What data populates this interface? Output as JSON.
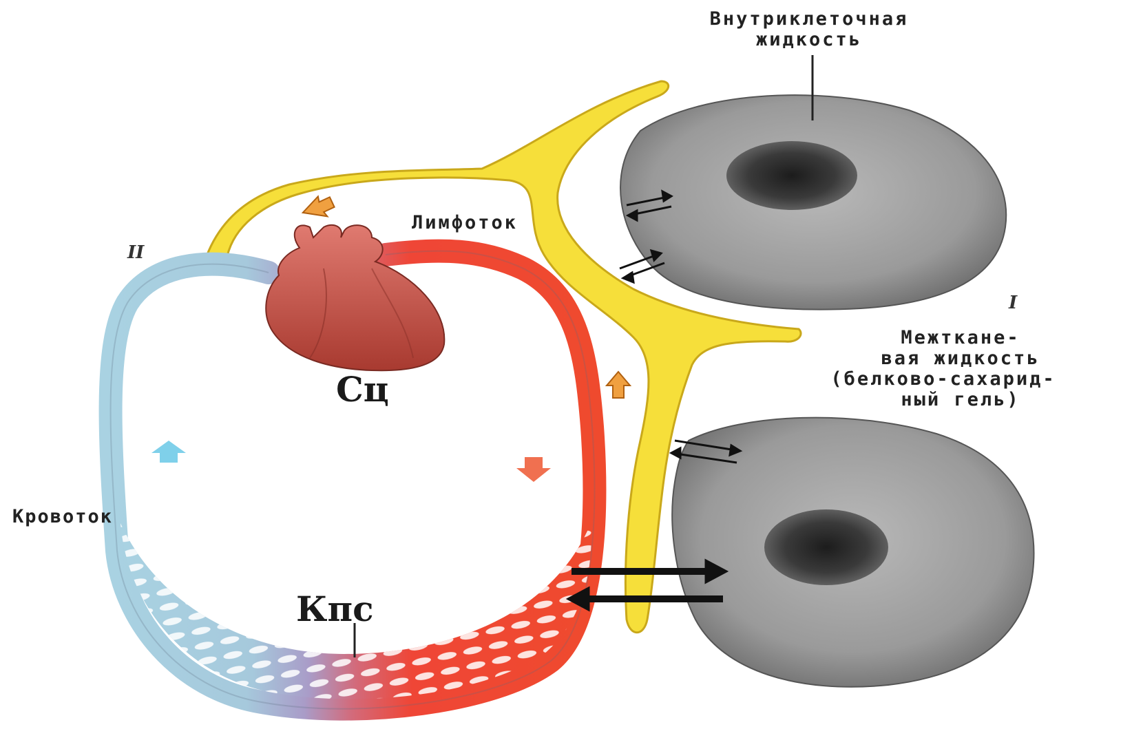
{
  "labels": {
    "intracellular_line1": "Внутриклеточная",
    "intracellular_line2": "жидкость",
    "lymph_flow": "Лимфоток",
    "roman_two": "II",
    "roman_one": "I",
    "interstitial_line1": "Межткане-",
    "interstitial_line2": "вая жидкость",
    "interstitial_line3": "(белково-сахарид-",
    "interstitial_line4": "ный гель)",
    "heart_abbr": "Сц",
    "blood_flow": "Кровоток",
    "capillaries_abbr": "Кпс"
  },
  "colors": {
    "vein_blue": "#a8cfe0",
    "artery_red": "#ee4a2e",
    "lymph_yellow": "#f6df3a",
    "lymph_outline": "#c9a81a",
    "cell_gray": "#9c9c9c",
    "nucleus_dark": "#2e2e2e",
    "heart_red": "#c84a3e",
    "arrow_orange": "#f0a040",
    "arrow_blue": "#7fd0ea",
    "arrow_red": "#f07050"
  },
  "icons": {
    "heart": "heart-icon",
    "flow_arrows": "arrow-icon"
  }
}
